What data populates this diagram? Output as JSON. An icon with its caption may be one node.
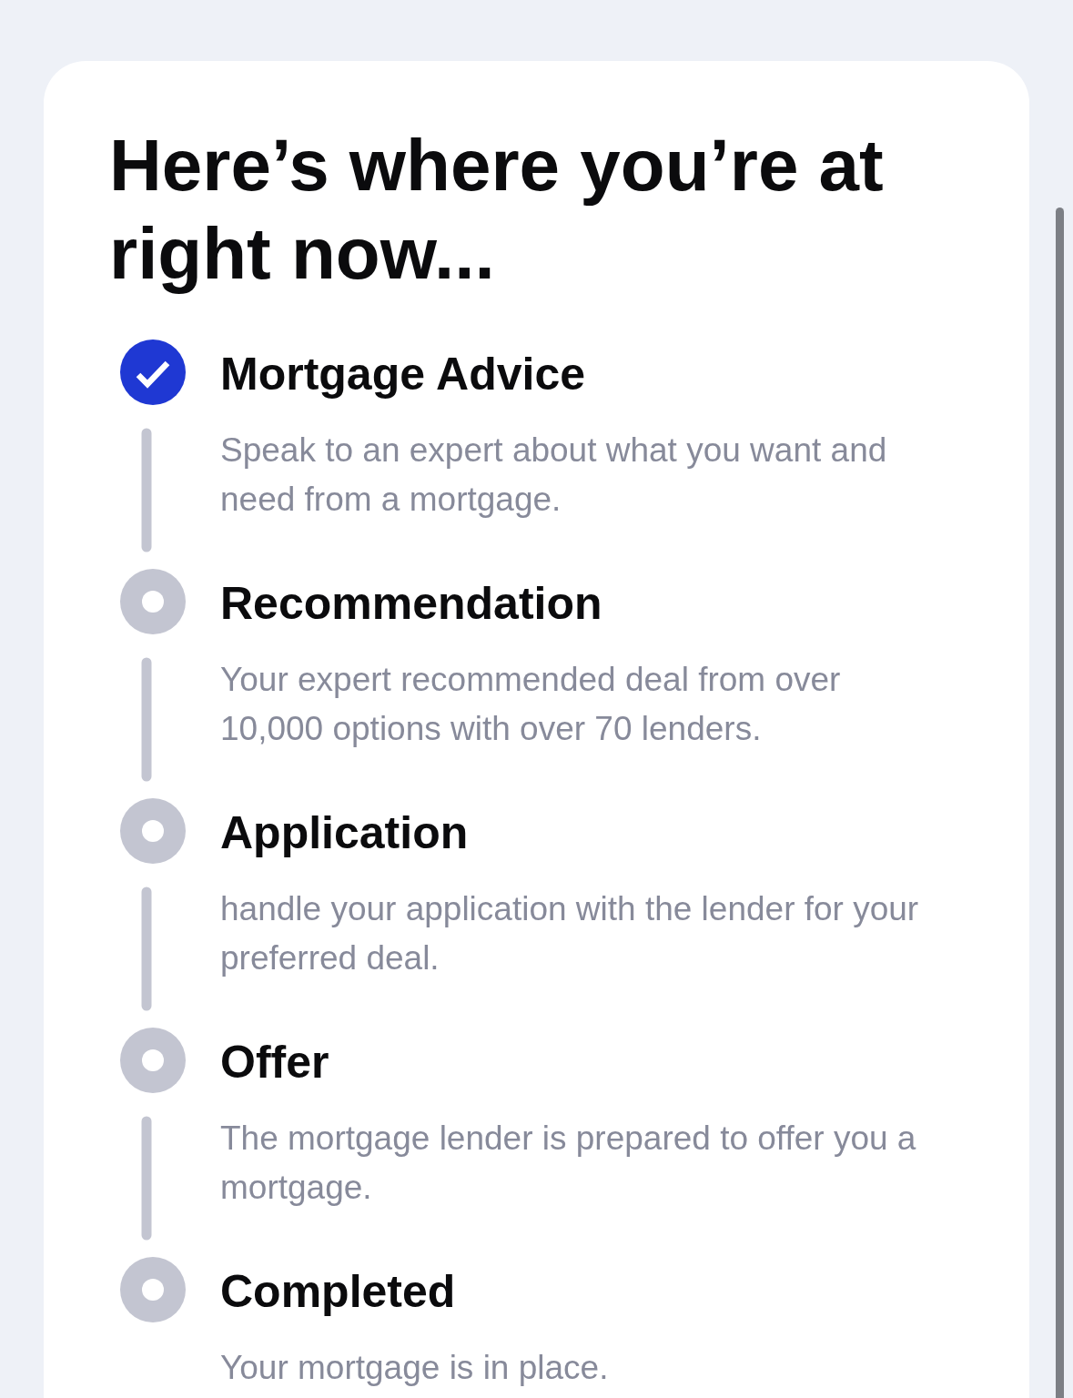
{
  "diagram": {
    "title": "Here’s where you’re at right now...",
    "nodes": [
      {
        "text": [
          "Mortgage Advice",
          "Speak to an expert about what you want and need from a mortgage."
        ]
      },
      {
        "text": [
          "Recommendation",
          "Your expert recommended deal from over 10,000 options with over 70 lenders."
        ]
      },
      {
        "text": [
          "Application",
          "handle your application with the lender for your preferred deal."
        ]
      },
      {
        "text": [
          "Offer",
          "The mortgage lender is prepared to offer you a mortgage."
        ]
      },
      {
        "text": [
          "Completed",
          "Your mortgage is in place."
        ]
      }
    ],
    "edges": [
      {
        "from": 0,
        "to": 1,
        "arrow": "none"
      },
      {
        "from": 1,
        "to": 2,
        "arrow": "none"
      },
      {
        "from": 2,
        "to": 3,
        "arrow": "none"
      },
      {
        "from": 3,
        "to": 4,
        "arrow": "none"
      }
    ]
  }
}
